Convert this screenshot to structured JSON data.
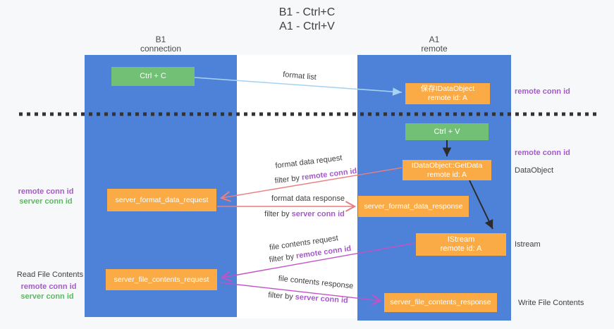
{
  "title": {
    "line1": "B1 - Ctrl+C",
    "line2": "A1 - Ctrl+V"
  },
  "lanes": {
    "left": {
      "title": "B1",
      "subtitle": "connection"
    },
    "right": {
      "title": "A1",
      "subtitle": "remote"
    }
  },
  "nodes": {
    "ctrl_c": {
      "label": "Ctrl + C"
    },
    "ctrl_v": {
      "label": "Ctrl + V"
    },
    "store_idataobject": {
      "line1": "保存IDataObject",
      "line2": "remote id: A"
    },
    "idataobject_getdata": {
      "line1": "IDataObject::GetData",
      "line2": "remote id: A"
    },
    "istream": {
      "line1": "IStream",
      "line2": "remote id: A"
    },
    "server_format_data_request": {
      "label": "server_format_data_request"
    },
    "server_format_data_response": {
      "label": "server_format_data_response"
    },
    "server_file_contents_request": {
      "label": "server_file_contents_request"
    },
    "server_file_contents_response": {
      "label": "server_file_contents_response"
    }
  },
  "arrow_labels": {
    "format_list": "format list",
    "format_data_request": "format data request",
    "format_data_response": "format data response",
    "file_contents_request": "file contents request",
    "file_contents_response": "file contents response",
    "filter_by": "filter by ",
    "remote_conn_id": "remote conn id",
    "server_conn_id": "server conn id"
  },
  "side_labels": {
    "right_remote_conn_id_top": "remote conn id",
    "right_remote_conn_id_mid": "remote conn id",
    "dataobject": "DataObject",
    "istream": "Istream",
    "write_file_contents": "Write File Contents",
    "left_remote_conn_id_top": "remote conn id",
    "left_server_conn_id_top": "server conn id",
    "read_file_contents": "Read File Contents",
    "left_remote_conn_id_bottom": "remote conn id",
    "left_server_conn_id_bottom": "server conn id"
  },
  "colors": {
    "page_bg": "#f7f8fa",
    "lane_bg": "#4d82d8",
    "mid_band_bg": "#ffffff",
    "node_orange": "#fbab45",
    "node_green": "#72c076",
    "node_text": "#ffffff",
    "label_purple": "#a55ac8",
    "label_green": "#5cb860",
    "text_dark": "#3f3f3f",
    "arrow_blue": "#a8d3f0",
    "arrow_salmon": "#e97e80",
    "arrow_magenta": "#c253c6",
    "arrow_black": "#2b2b2b",
    "dash_line": "#333333"
  }
}
